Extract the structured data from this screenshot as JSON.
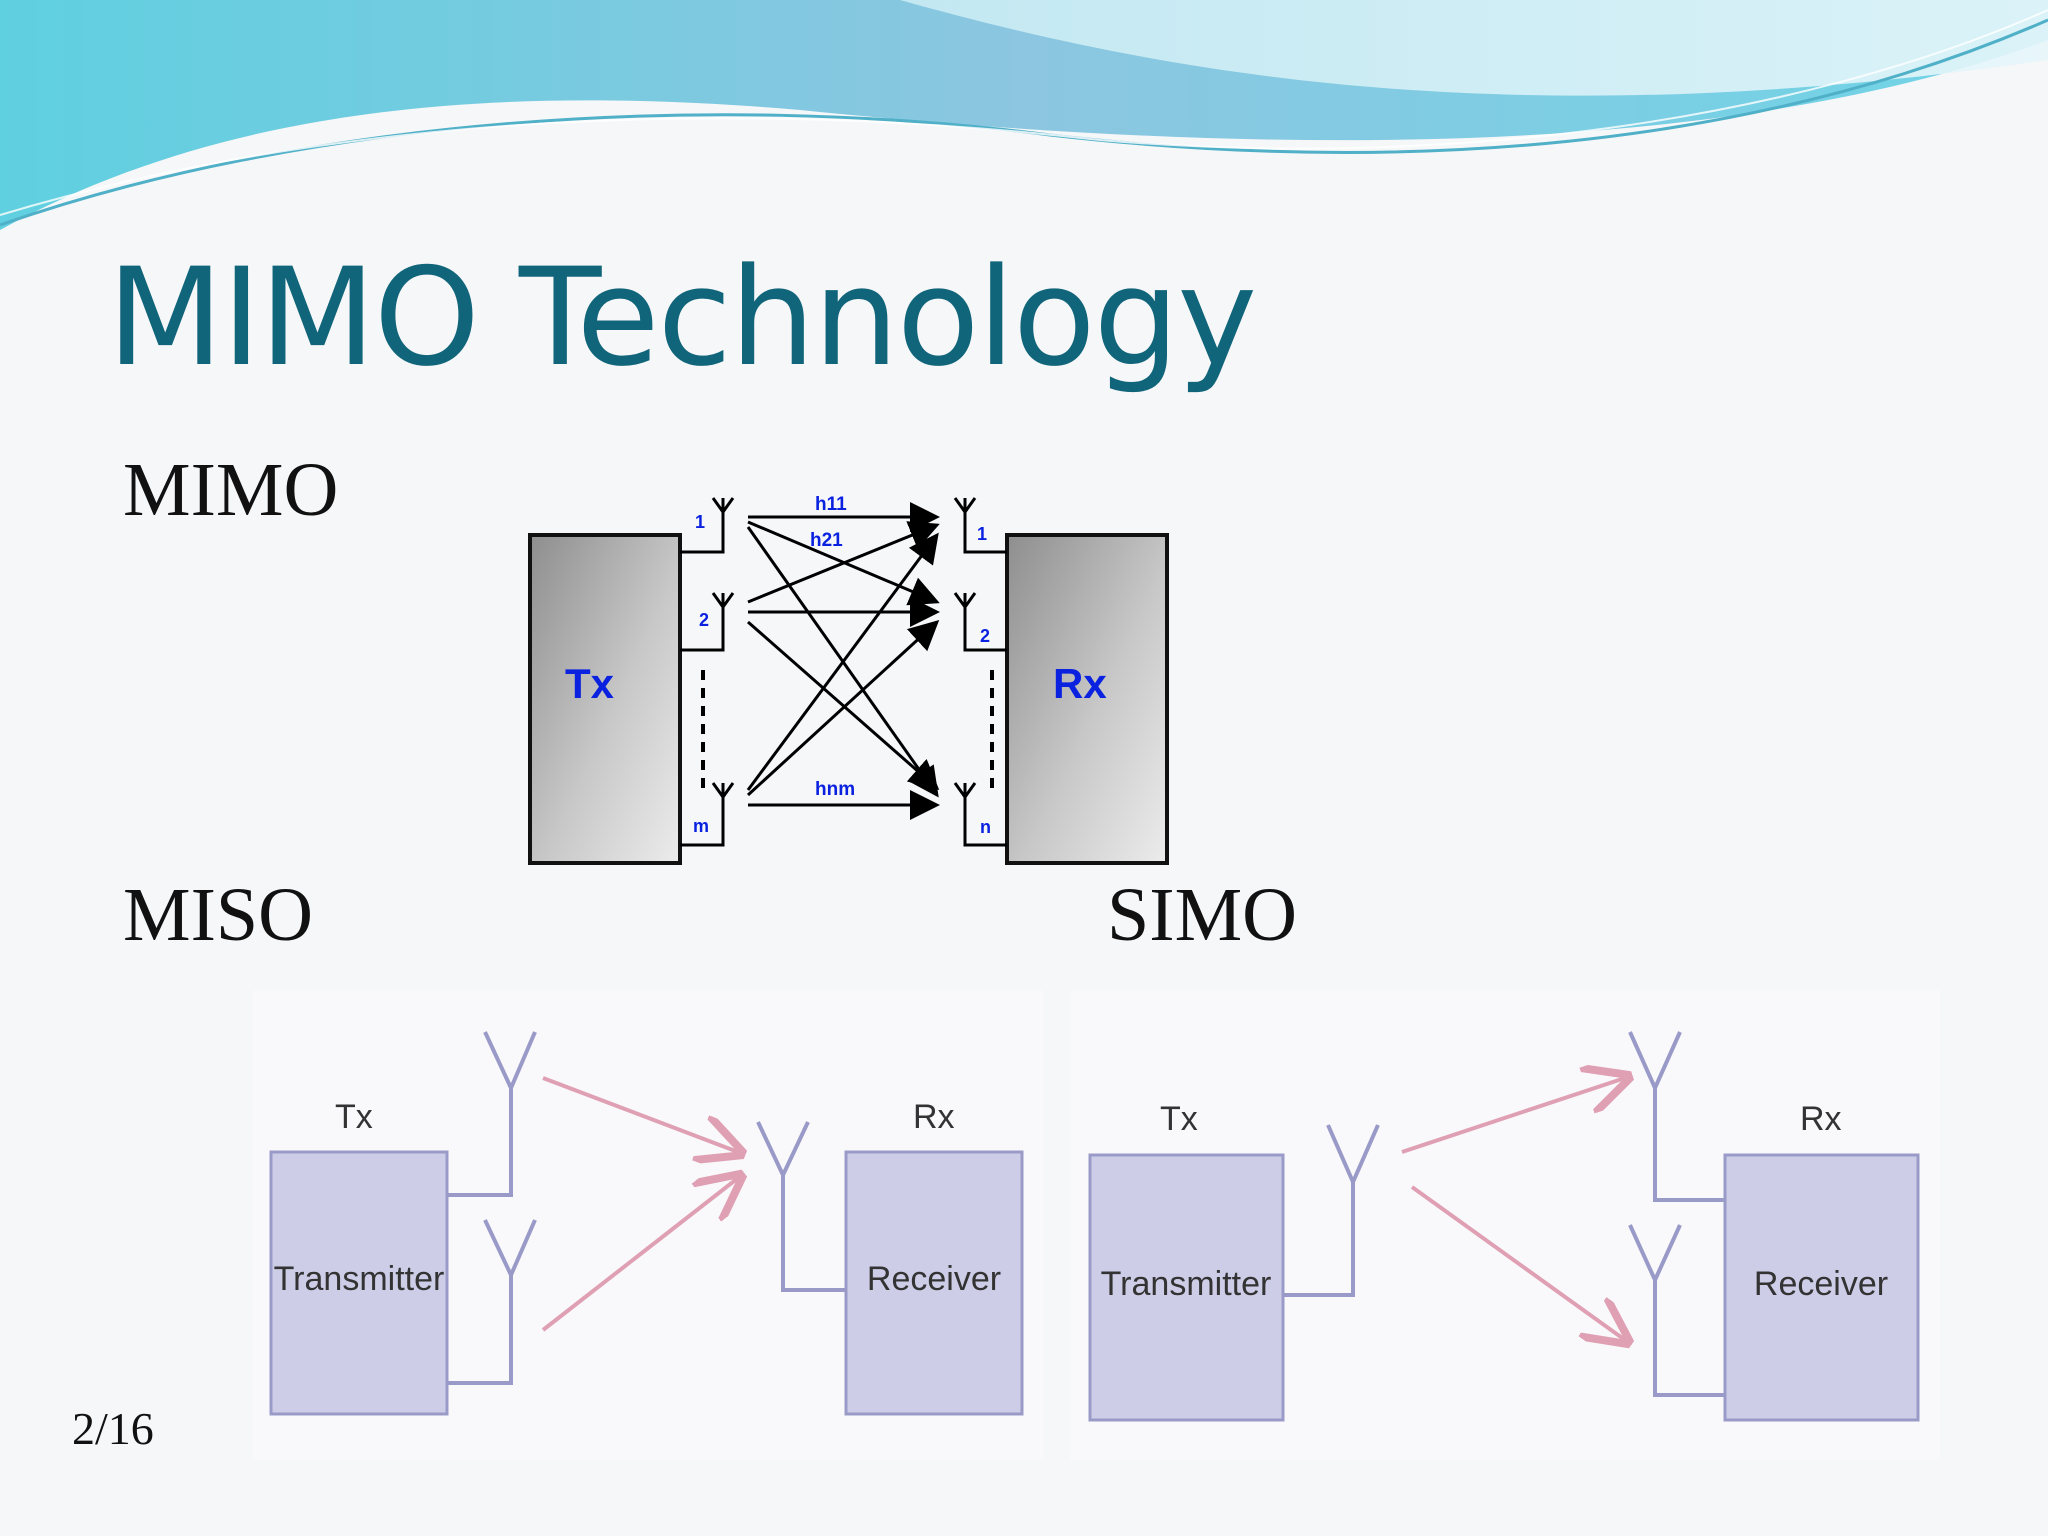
{
  "slide": {
    "title": "MIMO Technology",
    "page_number": "2/16"
  },
  "sections": {
    "mimo": "MIMO",
    "miso": "MISO",
    "simo": "SIMO"
  },
  "mimo_diagram": {
    "tx_label": "Tx",
    "rx_label": "Rx",
    "tx_antennas": [
      "1",
      "2",
      "m"
    ],
    "rx_antennas": [
      "1",
      "2",
      "n"
    ],
    "channels": [
      "h11",
      "h21",
      "hnm"
    ]
  },
  "miso_diagram": {
    "tx_heading": "Tx",
    "rx_heading": "Rx",
    "transmitter": "Transmitter",
    "receiver": "Receiver"
  },
  "simo_diagram": {
    "tx_heading": "Tx",
    "rx_heading": "Rx",
    "transmitter": "Transmitter",
    "receiver": "Receiver"
  },
  "colors": {
    "title": "#11657a",
    "wave_top": "#7ec6dc",
    "box_fill": "#cdcde8",
    "box_stroke": "#9a9ac8",
    "signal_arrow": "#e0a0b4",
    "label_blue": "#0a22e0"
  }
}
